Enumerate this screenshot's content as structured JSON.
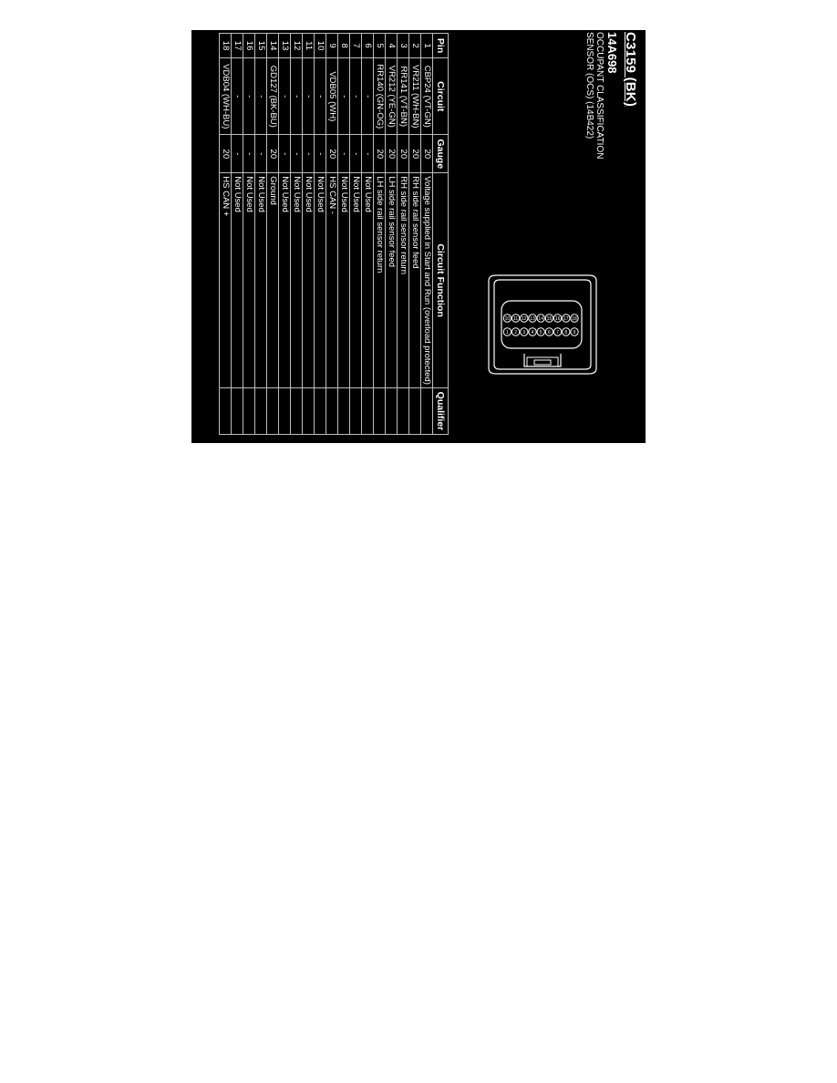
{
  "header": {
    "connector_id": "C3159 (BK)",
    "part_number": "14A698",
    "description_line1": "OCCUPANT CLASSIFICATION",
    "description_line2": "SENSOR (OCS) (14B422)"
  },
  "connector_diagram": {
    "top_row_pins": [
      "9",
      "8",
      "7",
      "6",
      "5",
      "4",
      "3",
      "2",
      "1"
    ],
    "bottom_row_pins": [
      "18",
      "17",
      "16",
      "15",
      "14",
      "13",
      "12",
      "11",
      "10"
    ]
  },
  "table": {
    "columns": [
      "Pin",
      "Circuit",
      "Gauge",
      "Circuit Function",
      "Qualifier"
    ],
    "rows": [
      {
        "pin": "1",
        "circuit": "CBP24 (VT-GN)",
        "gauge": "20",
        "function": "Voltage supplied in Start and Run (overload protected)",
        "qualifier": ""
      },
      {
        "pin": "2",
        "circuit": "VR211 (WH-BN)",
        "gauge": "20",
        "function": "RH side rail sensor feed",
        "qualifier": ""
      },
      {
        "pin": "3",
        "circuit": "RR141 (VT-BN)",
        "gauge": "20",
        "function": "RH side rail sensor return",
        "qualifier": ""
      },
      {
        "pin": "4",
        "circuit": "VR212 (YE-GN)",
        "gauge": "20",
        "function": "LH side rail sensor feed",
        "qualifier": ""
      },
      {
        "pin": "5",
        "circuit": "RR140 (GN-OG)",
        "gauge": "20",
        "function": "LH side rail sensor return",
        "qualifier": ""
      },
      {
        "pin": "6",
        "circuit": "-",
        "gauge": "-",
        "function": "Not Used",
        "qualifier": ""
      },
      {
        "pin": "7",
        "circuit": "-",
        "gauge": "-",
        "function": "Not Used",
        "qualifier": ""
      },
      {
        "pin": "8",
        "circuit": "-",
        "gauge": "-",
        "function": "Not Used",
        "qualifier": ""
      },
      {
        "pin": "9",
        "circuit": "VDB05 (WH)",
        "gauge": "20",
        "function": "HS CAN -",
        "qualifier": ""
      },
      {
        "pin": "10",
        "circuit": "-",
        "gauge": "-",
        "function": "Not Used",
        "qualifier": ""
      },
      {
        "pin": "11",
        "circuit": "-",
        "gauge": "-",
        "function": "Not Used",
        "qualifier": ""
      },
      {
        "pin": "12",
        "circuit": "-",
        "gauge": "-",
        "function": "Not Used",
        "qualifier": ""
      },
      {
        "pin": "13",
        "circuit": "-",
        "gauge": "-",
        "function": "Not Used",
        "qualifier": ""
      },
      {
        "pin": "14",
        "circuit": "GD127 (BK-BU)",
        "gauge": "20",
        "function": "Ground",
        "qualifier": ""
      },
      {
        "pin": "15",
        "circuit": "-",
        "gauge": "-",
        "function": "Not Used",
        "qualifier": ""
      },
      {
        "pin": "16",
        "circuit": "-",
        "gauge": "-",
        "function": "Not Used",
        "qualifier": ""
      },
      {
        "pin": "17",
        "circuit": "-",
        "gauge": "-",
        "function": "Not Used",
        "qualifier": ""
      },
      {
        "pin": "18",
        "circuit": "VDB04 (WH-BU)",
        "gauge": "20",
        "function": "HS CAN +",
        "qualifier": ""
      }
    ]
  },
  "colors": {
    "page_background": "#ffffff",
    "scan_background": "#000000",
    "text": "#ffffff",
    "grid_lines": "#bdbdbd"
  }
}
